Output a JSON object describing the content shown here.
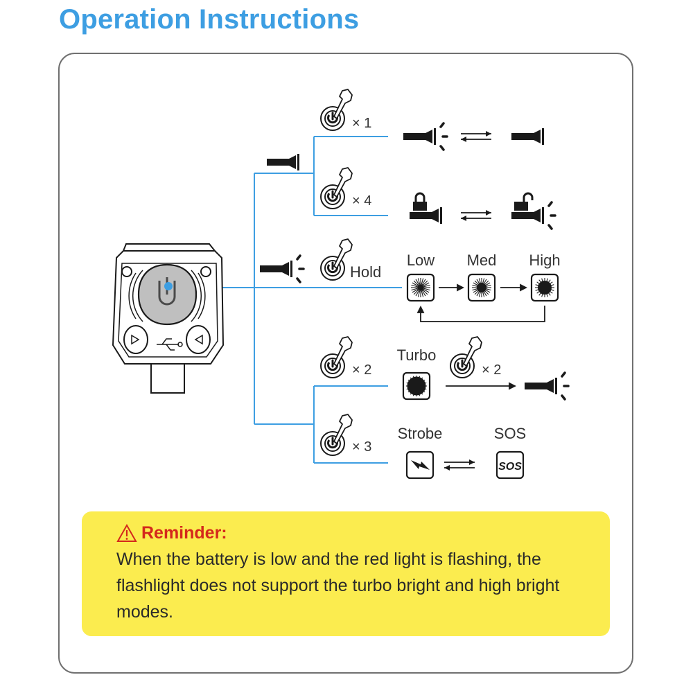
{
  "title": "Operation Instructions",
  "colors": {
    "accent_blue": "#3d9ee2",
    "reminder_bg": "#fbec4f",
    "reminder_title": "#d4281c",
    "icon_black": "#1a1a1a"
  },
  "device": {
    "name": "flashlight-switch-module",
    "button_icon": "power-touch-icon",
    "port_icon": "usb-icon"
  },
  "branches": {
    "off_state": {
      "state_icon": "flashlight-off-icon",
      "actions": [
        {
          "press_label": "× 1",
          "icon": "tap-button-icon",
          "result_from": "flashlight-on-icon",
          "result_to": "flashlight-off-icon",
          "relation": "toggle"
        },
        {
          "press_label": "× 4",
          "icon": "tap-button-icon",
          "result_from": "locked-flashlight-icon",
          "result_to": "unlocked-flashlight-on-icon",
          "relation": "toggle"
        }
      ]
    },
    "on_state": {
      "state_icon": "flashlight-on-icon",
      "hold": {
        "press_label": "Hold",
        "modes": [
          "Low",
          "Med",
          "High"
        ],
        "cycle": "High returns to Low"
      },
      "actions": [
        {
          "press_label": "× 2",
          "mode_label": "Turbo",
          "then_press_label": "× 2",
          "result": "flashlight-on-icon"
        },
        {
          "press_label": "× 3",
          "modes": [
            "Strobe",
            "SOS"
          ],
          "relation": "toggle",
          "sos_text": "SOS"
        }
      ]
    }
  },
  "reminder": {
    "title": "Reminder:",
    "body": "When the battery is low and the red light is flashing, the flashlight does not support the turbo bright and high bright modes."
  }
}
